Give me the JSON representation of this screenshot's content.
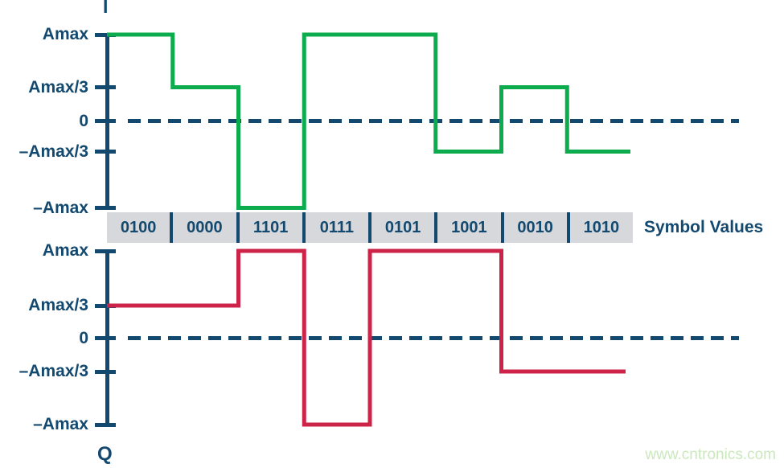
{
  "colors": {
    "navy": "#14496F",
    "green": "#0CAC4E",
    "red": "#CE2349",
    "strip_bg": "#D7D8DB",
    "watermark_green": "#CBE8BD"
  },
  "axis": {
    "tick_labels": [
      "Amax",
      "Amax/3",
      "0",
      "–Amax/3",
      "–Amax"
    ]
  },
  "plots": {
    "i": {
      "channel_label": "I"
    },
    "q": {
      "channel_label": "Q"
    }
  },
  "symbol_strip": {
    "values": [
      "0100",
      "0000",
      "1101",
      "0111",
      "0101",
      "1001",
      "0010",
      "1010"
    ],
    "label": "Symbol Values"
  },
  "watermark": "www.cntronics.com",
  "chart_data": [
    {
      "type": "line",
      "subtype": "step-waveform",
      "name": "I channel",
      "color": "#0CAC4E",
      "categories": [
        "0100",
        "0000",
        "1101",
        "0111",
        "0101",
        "1001",
        "0010",
        "1010"
      ],
      "levels": [
        "Amax",
        "Amax/3",
        "-Amax",
        "Amax",
        "Amax",
        "-Amax/3",
        "Amax/3",
        "-Amax/3"
      ],
      "values_amax_units": [
        1,
        0.333,
        -1,
        1,
        1,
        -0.333,
        0.333,
        -0.333
      ],
      "ylim": [
        -1,
        1
      ],
      "ytick_labels": [
        "Amax",
        "Amax/3",
        "0",
        "-Amax/3",
        "-Amax"
      ],
      "zero_line": "dashed",
      "grid": false,
      "legend": "none"
    },
    {
      "type": "line",
      "subtype": "step-waveform",
      "name": "Q channel",
      "color": "#CE2349",
      "categories": [
        "0100",
        "0000",
        "1101",
        "0111",
        "0101",
        "1001",
        "0010",
        "1010"
      ],
      "levels": [
        "Amax/3",
        "Amax/3",
        "Amax",
        "-Amax",
        "Amax",
        "Amax",
        "-Amax/3",
        "-Amax/3"
      ],
      "values_amax_units": [
        0.333,
        0.333,
        1,
        -1,
        1,
        1,
        -0.333,
        -0.333
      ],
      "ylim": [
        -1,
        1
      ],
      "ytick_labels": [
        "Amax",
        "Amax/3",
        "0",
        "-Amax/3",
        "-Amax"
      ],
      "zero_line": "dashed",
      "grid": false,
      "legend": "none"
    }
  ]
}
